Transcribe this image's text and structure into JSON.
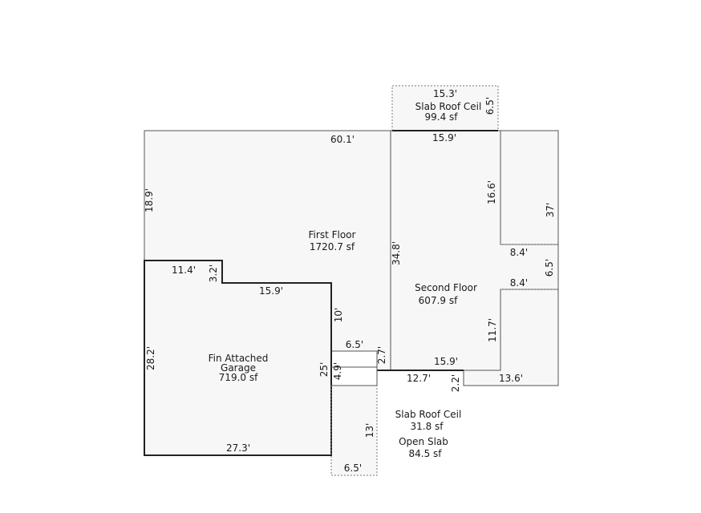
{
  "areas": {
    "first_floor": {
      "name": "First Floor",
      "size": "1720.7 sf"
    },
    "second_floor": {
      "name": "Second Floor",
      "size": "607.9 sf"
    },
    "garage": {
      "name_line1": "Fin Attached",
      "name_line2": "Garage",
      "size": "719.0 sf"
    },
    "slab_roof_top": {
      "name": "Slab Roof Ceil",
      "size": "99.4 sf"
    },
    "slab_roof_bottom": {
      "name": "Slab Roof Ceil",
      "size": "31.8 sf"
    },
    "open_slab": {
      "name": "Open Slab",
      "size": "84.5 sf"
    }
  },
  "dimensions": {
    "top_width": "60.1'",
    "left_upper": "18.9'",
    "right_height": "37'",
    "second_top": "15.9'",
    "second_left": "34.8'",
    "second_right_upper": "16.6'",
    "notch_top": "8.4'",
    "notch_bottom": "8.4'",
    "notch_depth": "6.5'",
    "second_right_lower": "11.7'",
    "second_bottom": "15.9'",
    "slab_top_width": "15.3'",
    "slab_top_depth": "6.5'",
    "garage_step_width": "11.4'",
    "garage_step_depth": "3.2'",
    "garage_top": "15.9'",
    "garage_right_upper": "10'",
    "garage_left": "28.2'",
    "garage_bottom": "27.3'",
    "garage_right_lower": "25'",
    "small_width": "6.5'",
    "small_depth_a": "2.7'",
    "small_depth_b": "4.9'",
    "bottom_span": "12.7'",
    "bottom_step": "2.2'",
    "bottom_right": "13.6'",
    "open_slab_depth": "13'",
    "open_slab_width": "6.5'"
  }
}
